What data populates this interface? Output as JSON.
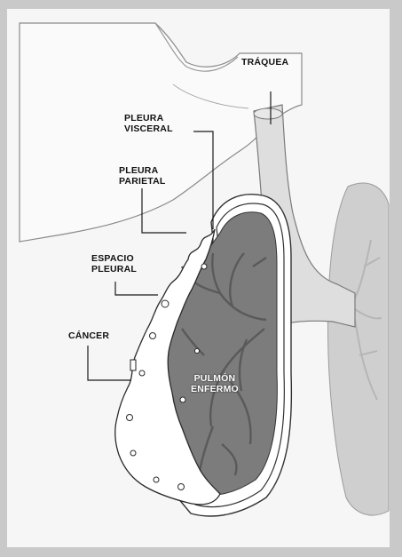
{
  "labels": {
    "trachea": "TRÁQUEA",
    "visceral_pleura": "PLEURA\nVISCERAL",
    "parietal_pleura": "PLEURA\nPARIETAL",
    "pleural_space": "ESPACIO\nPLEURAL",
    "cancer": "CÁNCER",
    "diseased_lung": "PULMÓN\nENFERMO"
  },
  "colors": {
    "frame": "#c9c9c9",
    "background": "#f4f4f4",
    "skin": "#fafafa",
    "lung": "#7c7c7c",
    "healthy_lung": "#d0d0d0",
    "trachea": "#dedede",
    "ink": "#1a1a1a"
  }
}
